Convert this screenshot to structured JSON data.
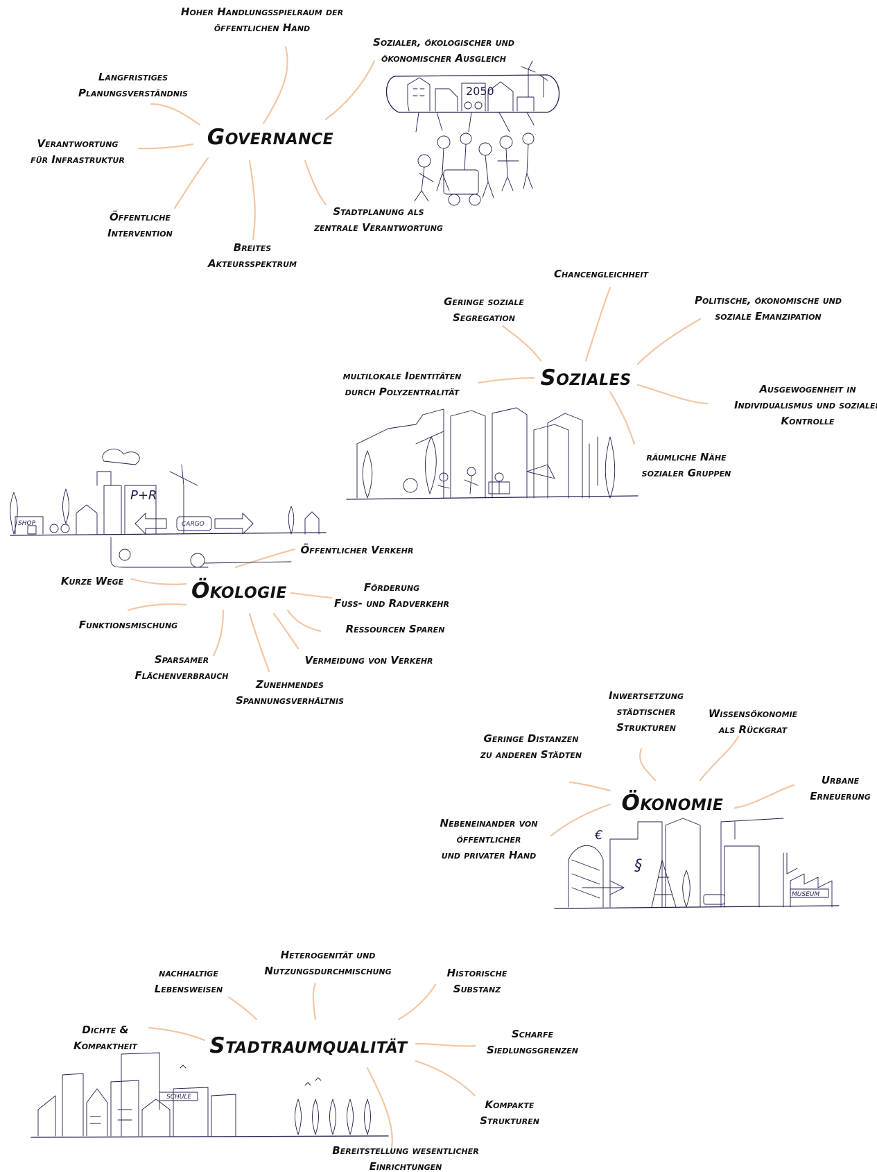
{
  "clusters": [
    {
      "id": "governance",
      "title": "Governance",
      "labels": [
        [
          "Hoher Handlungsspielraum der",
          "öffentlichen Hand"
        ],
        [
          "Sozialer, ökologischer und",
          "ökonomischer Ausgleich"
        ],
        [
          "Langfristiges",
          "Planungsverständnis"
        ],
        [
          "Verantwortung",
          "für Infrastruktur"
        ],
        [
          "Öffentliche",
          "Intervention"
        ],
        [
          "Breites",
          "Akteursspektrum"
        ],
        [
          "Stadtplanung als",
          "zentrale Verantwortung"
        ]
      ]
    },
    {
      "id": "soziales",
      "title": "Soziales",
      "labels": [
        [
          "Chancengleichheit"
        ],
        [
          "Geringe soziale",
          "Segregation"
        ],
        [
          "Politische, ökonomische und",
          "soziale Emanzipation"
        ],
        [
          "multilokale Identitäten",
          "durch Polyzentralität"
        ],
        [
          "Ausgewogenheit in",
          "Individualismus und sozialer",
          "Kontrolle"
        ],
        [
          "räumliche Nähe",
          "sozialer Gruppen"
        ]
      ]
    },
    {
      "id": "oekologie",
      "title": "Ökologie",
      "labels": [
        [
          "Öffentlicher Verkehr"
        ],
        [
          "Kurze Wege"
        ],
        [
          "Förderung",
          "Fuss- und Radverkehr"
        ],
        [
          "Funktionsmischung"
        ],
        [
          "Ressourcen Sparen"
        ],
        [
          "Sparsamer",
          "Flächenverbrauch"
        ],
        [
          "Vermeidung von Verkehr"
        ],
        [
          "Zunehmendes",
          "Spannungsverhältnis"
        ]
      ]
    },
    {
      "id": "oekonomie",
      "title": "Ökonomie",
      "labels": [
        [
          "Inwertsetzung",
          "städtischer",
          "Strukturen"
        ],
        [
          "Wissensökonomie",
          "als Rückgrat"
        ],
        [
          "Geringe Distanzen",
          "zu anderen Städten"
        ],
        [
          "Urbane",
          "Erneuerung"
        ],
        [
          "Nebeneinander von",
          "öffentlicher",
          "und privater Hand"
        ]
      ]
    },
    {
      "id": "stadtraumqualitaet",
      "title": "Stadtraumqualität",
      "labels": [
        [
          "Heterogenität und",
          "Nutzungsdurchmischung"
        ],
        [
          "nachhaltige",
          "Lebensweisen"
        ],
        [
          "Historische",
          "Substanz"
        ],
        [
          "Dichte &",
          "Kompaktheit"
        ],
        [
          "Scharfe",
          "Siedlungsgrenzen"
        ],
        [
          "Kompakte",
          "Strukturen"
        ],
        [
          "Bereitstellung wesentlicher",
          "Einrichtungen"
        ]
      ]
    }
  ],
  "sketch_texts": {
    "year": "2050",
    "shop": "SHOP",
    "park_ride": "P+R",
    "cargo": "CARGO",
    "museum": "MUSEUM",
    "school": "SCHULE",
    "euro": "€",
    "paragraph": "§"
  },
  "colors": {
    "ray": "#f4c6a2",
    "sketch": "#1f1d4d",
    "text": "#111111"
  }
}
